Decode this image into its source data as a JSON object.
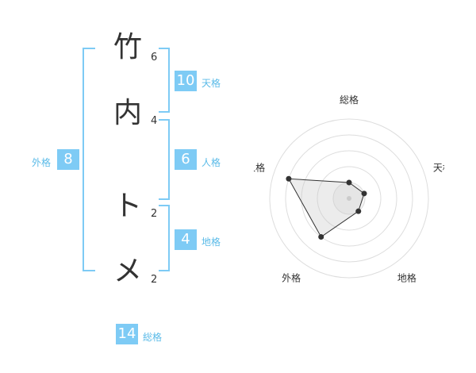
{
  "name": {
    "chars": [
      {
        "char": "竹",
        "strokes": "6"
      },
      {
        "char": "内",
        "strokes": "4"
      },
      {
        "char": "ト",
        "strokes": "2"
      },
      {
        "char": "メ",
        "strokes": "2"
      }
    ]
  },
  "kaku": {
    "tenkaku": {
      "value": "10",
      "label": "天格"
    },
    "jinkaku": {
      "value": "6",
      "label": "人格"
    },
    "chikaku": {
      "value": "4",
      "label": "地格"
    },
    "gaikaku": {
      "value": "8",
      "label": "外格"
    },
    "soukaku": {
      "value": "14",
      "label": "総格"
    }
  },
  "colors": {
    "accent": "#7ecbf5",
    "text": "#333333",
    "label": "#5bbbe8"
  },
  "chart_data": {
    "type": "radar",
    "axes": [
      "総格",
      "天格",
      "地格",
      "外格",
      "人格"
    ],
    "values": [
      1,
      1,
      1,
      3,
      4
    ],
    "max": 5
  }
}
